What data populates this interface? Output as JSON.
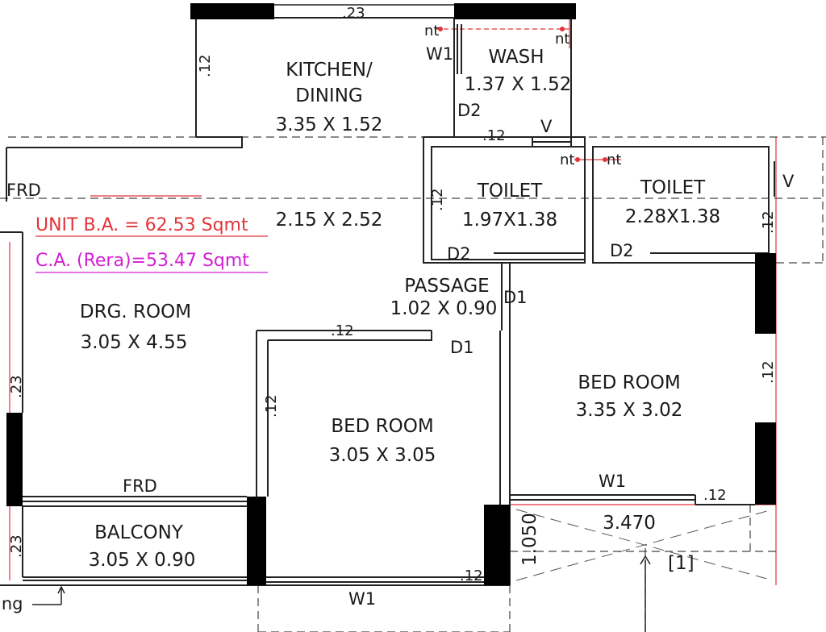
{
  "rooms": {
    "kitchen": {
      "name_line1": "KITCHEN/",
      "name_line2": "DINING",
      "size": "3.35 X 1.52"
    },
    "wash": {
      "name": "WASH",
      "size": "1.37 X 1.52"
    },
    "toilet1": {
      "name": "TOILET",
      "size": "1.97X1.38"
    },
    "toilet2": {
      "name": "TOILET",
      "size": "2.28X1.38"
    },
    "hall_size": "2.15 X 2.52",
    "drawing": {
      "name": "DRG. ROOM",
      "size": "3.05 X 4.55"
    },
    "passage": {
      "name": "PASSAGE",
      "size": "1.02 X 0.90"
    },
    "bed1": {
      "name": "BED ROOM",
      "size": "3.05 X 3.05"
    },
    "bed2": {
      "name": "BED ROOM",
      "size": "3.35 X 3.02"
    },
    "balcony": {
      "name": "BALCONY",
      "size": "3.05 X 0.90"
    }
  },
  "areas": {
    "unit_ba": "UNIT B.A. = 62.53 Sqmt",
    "carpet": "C.A. (Rera)=53.47 Sqmt",
    "unit_color": "#e0343a",
    "carpet_color": "#d21fd4"
  },
  "tags": {
    "frd": "FRD",
    "w1": "W1",
    "d1": "D1",
    "d2": "D2",
    "v": "V",
    "nt": "nt",
    "t12": ".12",
    "t23": ".23",
    "t3470": "3.470",
    "t1050": "1.050",
    "ref1": "[1]",
    "ing": "ing"
  }
}
